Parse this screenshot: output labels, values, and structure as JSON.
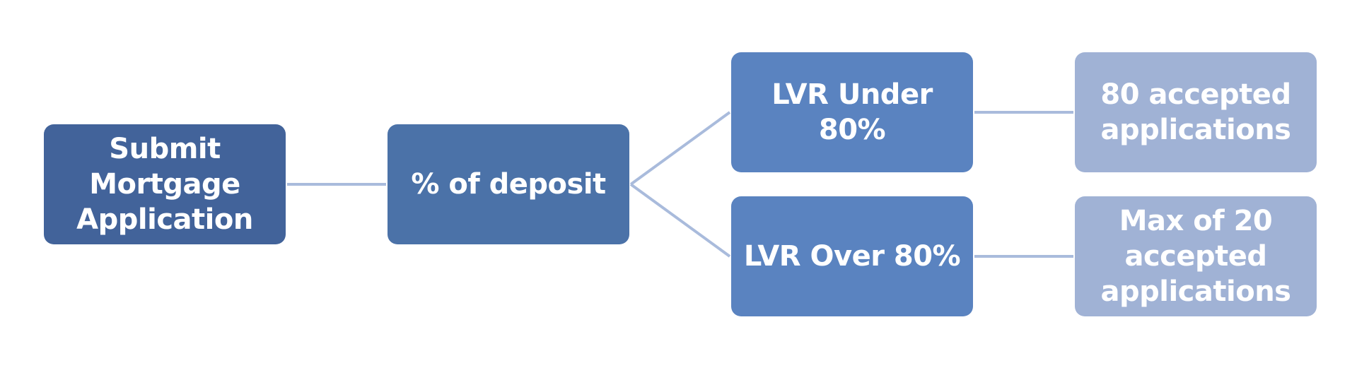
{
  "colors": {
    "level1": "#42639a",
    "level2": "#4b72a8",
    "level3": "#5a83c0",
    "level4": "#a0b2d5",
    "connector": "#a9bbdc"
  },
  "nodes": {
    "submit": "Submit Mortgage Application",
    "deposit": "% of deposit",
    "lvr_under": "LVR Under 80%",
    "lvr_over": "LVR Over 80%",
    "outcome_under": "80 accepted applications",
    "outcome_over": "Max of 20 accepted applications"
  }
}
